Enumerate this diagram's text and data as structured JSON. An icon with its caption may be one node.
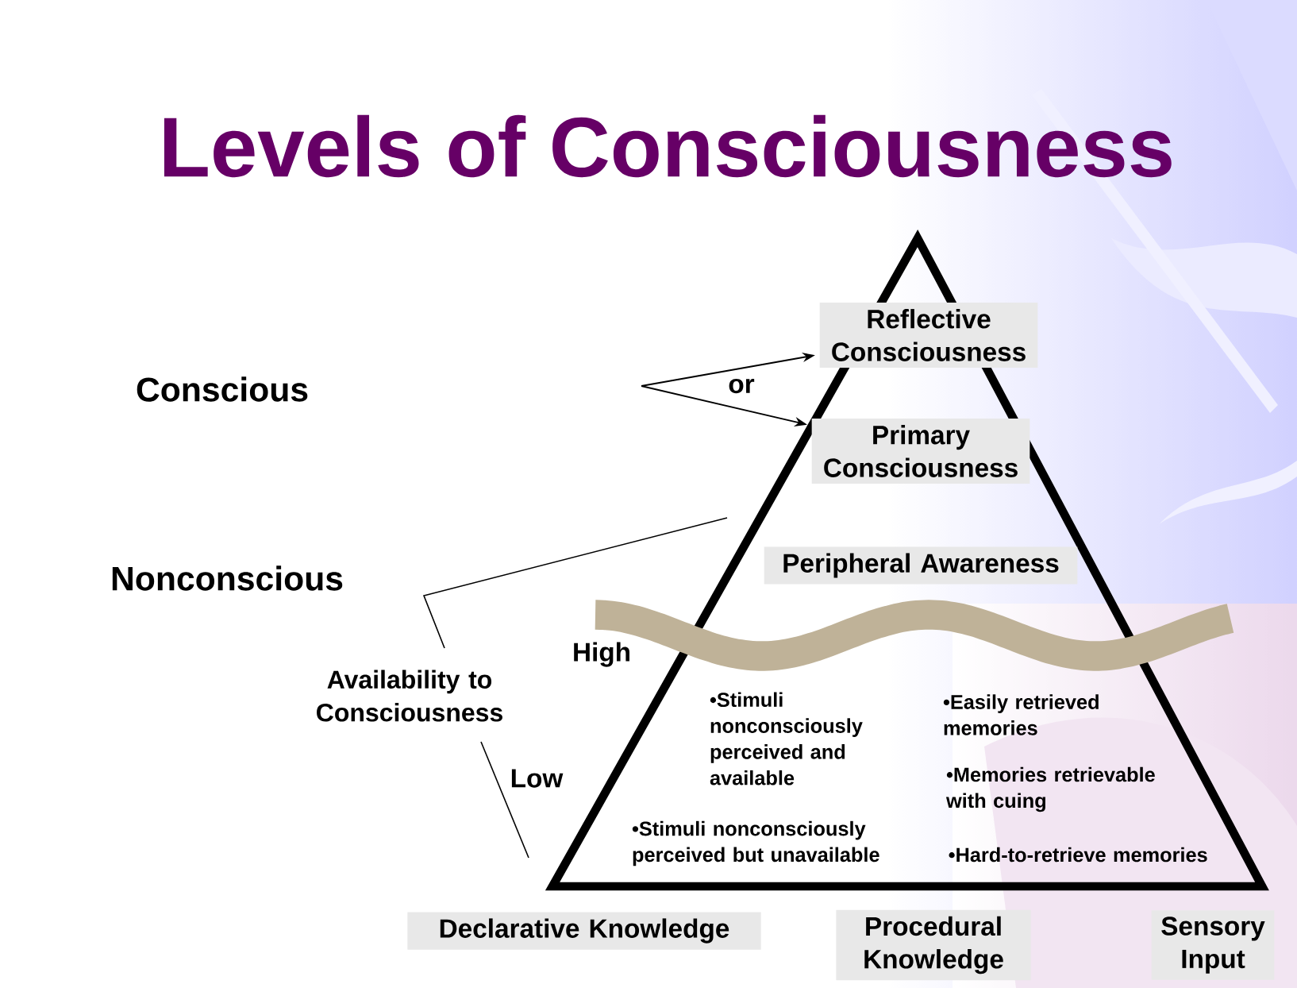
{
  "diagram": {
    "title": "Levels of Consciousness",
    "nodes": [
      {
        "text": [
          "Reflective Consciousness"
        ]
      },
      {
        "text": [
          "Primary Consciousness"
        ]
      },
      {
        "text": [
          "Peripheral Awareness"
        ]
      },
      {
        "text": [
          "Declarative Knowledge"
        ]
      },
      {
        "text": [
          "Procedural Knowledge"
        ]
      },
      {
        "text": [
          "Sensory Input"
        ]
      }
    ],
    "edges": [
      {
        "from": null,
        "to": 0,
        "arrow": "to"
      },
      {
        "from": null,
        "to": 1,
        "arrow": "to"
      }
    ],
    "labels": [
      "Conscious",
      "or",
      "Nonconscious",
      "High",
      "Availability to Consciousness",
      "Low",
      "•Stimuli nonconsciously perceived and available",
      "•Easily retrieved memories",
      "•Memories retrievable with cuing",
      "•Stimuli nonconsciously perceived but unavailable",
      "•Hard-to-retrieve memories"
    ]
  }
}
